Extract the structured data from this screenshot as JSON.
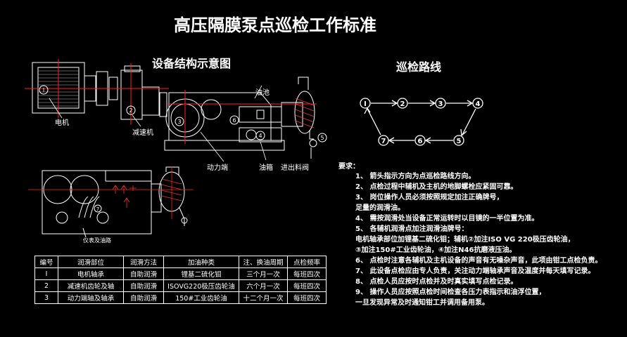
{
  "title": "高压隔膜泵点巡检工作标准",
  "diagram_title": "设备结构示意图",
  "route_title": "巡检路线",
  "labels": {
    "motor": "电机",
    "reducer": "减速机",
    "power_end": "动力端",
    "oil_pool": "油池",
    "oil_tank": "油箱",
    "inlet_outlet_valve": "进出料阀",
    "side_view": "仪表及油路"
  },
  "markers": {
    "m1": "Ⅰ",
    "m2": "2",
    "m3": "3",
    "m4": "4",
    "m5": "5",
    "m6": "6"
  },
  "route": {
    "nodes": [
      "Ⅰ",
      "2",
      "3",
      "4",
      "5",
      "6",
      "7"
    ]
  },
  "requirements": {
    "heading": "要求：",
    "items": [
      "1、 箭头指示方向为点巡检路线方向。",
      "2、 点检过程中辅机及主机的地脚螺栓应紧固可靠。",
      "3、 岗位操作人员必须按照规定加注正确牌号，",
      "      足量的润滑油。",
      "4、 需按润滑处当设备正常运转时以目镜的一半位置为准。",
      "5、 各辅机润滑点加注润滑油牌号：",
      "      电机轴承部位加锂基二硫化钼；辅机②加注ISO VG 220极压齿轮油，",
      "      ③加注150#工业齿轮油，④加注N46抗磨液压油。",
      "6、 点检时注意各辅机及主机设备的声音有无噪杂声音，此项由钳工点检负责。",
      "7、 此设备点检应由专人负责，关注动力端轴承声音及温度并每天填写记录。",
      "8、 点检人员应按时点检并及时真实填写点检记录。",
      "9、 操作人员应按照点检时间检查各压力表指示和油浮位置，",
      "      一旦发现异常及时通知钳工并调用备用泵。"
    ]
  },
  "table": {
    "headers": [
      "编号",
      "润滑部位",
      "润滑方法",
      "加油种类",
      "注、换油周期",
      "点检频率"
    ],
    "rows": [
      [
        "Ⅰ",
        "电机轴承",
        "自助润滑",
        "锂基二硫化钼",
        "三个月一次",
        "每班四次"
      ],
      [
        "2",
        "减速机齿轮及轴",
        "自助润滑",
        "ISOVG220极压齿轮油",
        "六个月一次",
        "每班四次"
      ],
      [
        "3",
        "动力端轴及轴承",
        "自助润滑",
        "150#工业齿轮油",
        "十二个月一次",
        "每班四次"
      ]
    ]
  },
  "colors": {
    "background": "#000000",
    "line": "#ffffff",
    "centerline": "#ff2020"
  }
}
